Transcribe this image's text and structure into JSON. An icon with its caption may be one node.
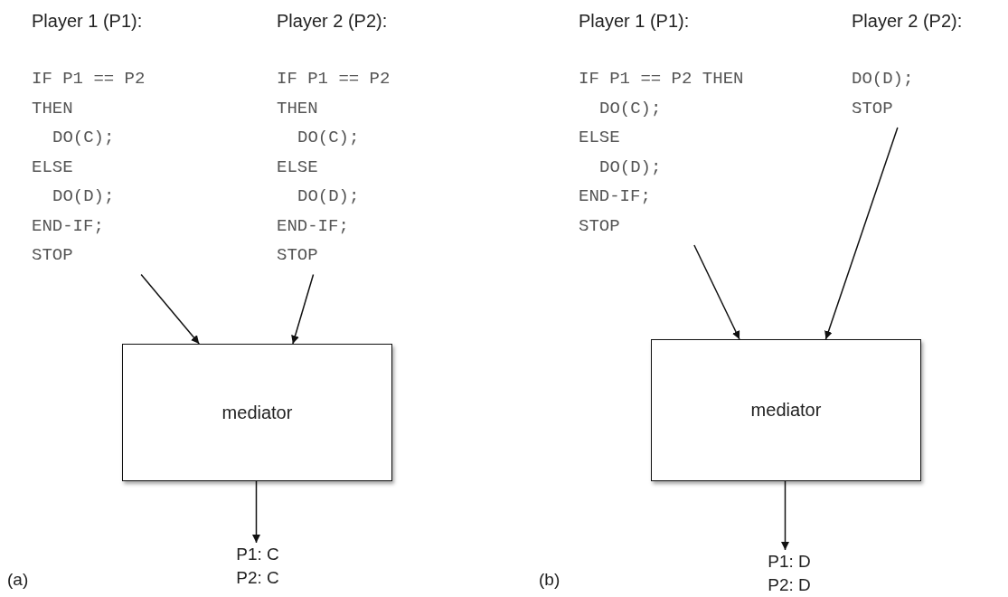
{
  "diagram": {
    "nodes": [
      {
        "text": [
          "Player 1 (P1):",
          "IF P1 == P2",
          "THEN",
          "DO(C);",
          "ELSE",
          "DO(D);",
          "END-IF;",
          "STOP"
        ]
      },
      {
        "text": [
          "Player 2 (P2):",
          "IF P1 == P2",
          "THEN",
          "DO(C);",
          "ELSE",
          "DO(D);",
          "END-IF;",
          "STOP"
        ]
      },
      {
        "text": [
          "mediator"
        ]
      },
      {
        "text": [
          "P1: C",
          "P2: C"
        ]
      },
      {
        "text": [
          "Player 1 (P1):",
          "IF P1 == P2 THEN",
          "DO(C);",
          "ELSE",
          "DO(D);",
          "END-IF;",
          "STOP"
        ]
      },
      {
        "text": [
          "Player 2 (P2):",
          "DO(D);",
          "STOP"
        ]
      },
      {
        "text": [
          "mediator"
        ]
      },
      {
        "text": [
          "P1: D",
          "P2: D"
        ]
      }
    ],
    "edges": [
      {
        "from": 0,
        "to": 2,
        "arrow": "to"
      },
      {
        "from": 1,
        "to": 2,
        "arrow": "to"
      },
      {
        "from": 2,
        "to": 3,
        "arrow": "to"
      },
      {
        "from": 4,
        "to": 6,
        "arrow": "to"
      },
      {
        "from": 5,
        "to": 6,
        "arrow": "to"
      },
      {
        "from": 6,
        "to": 7,
        "arrow": "to"
      }
    ],
    "labels": [
      "(a)",
      "(b)"
    ]
  }
}
